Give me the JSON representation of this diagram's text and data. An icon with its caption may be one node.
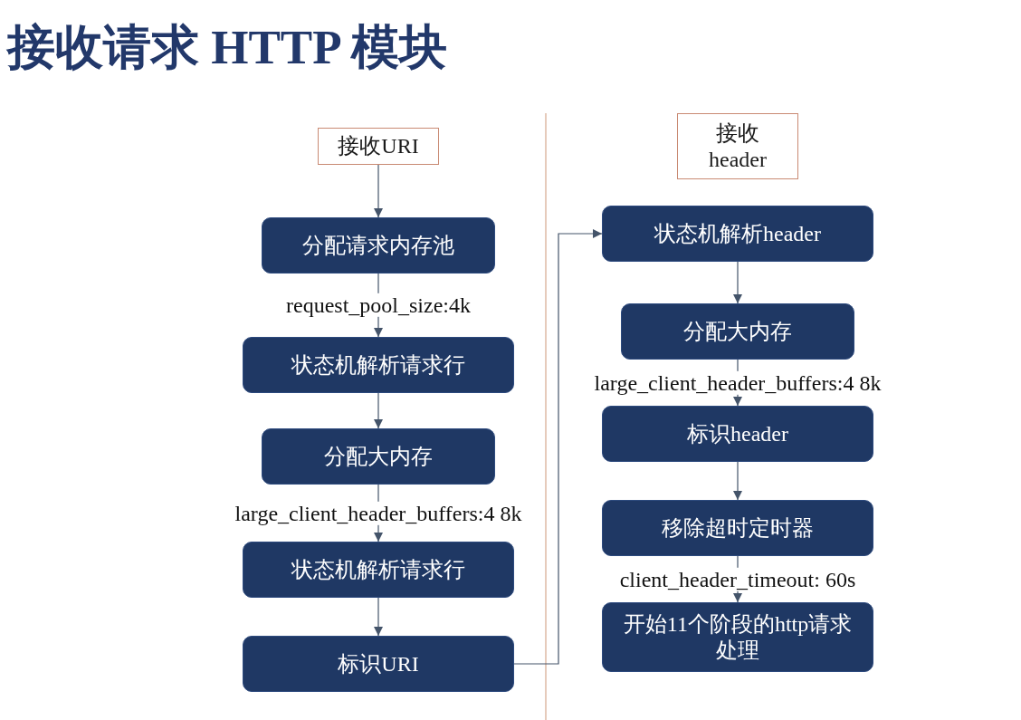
{
  "diagram": {
    "title": "接收请求 HTTP 模块",
    "nodes": [
      {
        "text": [
          "接收URI"
        ]
      },
      {
        "text": [
          "分配请求内存池"
        ]
      },
      {
        "text": [
          "状态机解析请求行"
        ]
      },
      {
        "text": [
          "分配大内存"
        ]
      },
      {
        "text": [
          "状态机解析请求行"
        ]
      },
      {
        "text": [
          "标识URI"
        ]
      },
      {
        "text": [
          "接收header"
        ]
      },
      {
        "text": [
          "状态机解析header"
        ]
      },
      {
        "text": [
          "分配大内存"
        ]
      },
      {
        "text": [
          "标识header"
        ]
      },
      {
        "text": [
          "移除超时定时器"
        ]
      },
      {
        "text": [
          "开始11个阶段的http请求处理"
        ]
      }
    ],
    "edges": [
      {
        "from": 0,
        "to": 1,
        "arrow": "to"
      },
      {
        "from": 1,
        "to": 2,
        "arrow": "to",
        "label": "request_pool_size:4k"
      },
      {
        "from": 2,
        "to": 3,
        "arrow": "to"
      },
      {
        "from": 3,
        "to": 4,
        "arrow": "to",
        "label": "large_client_header_buffers:4 8k"
      },
      {
        "from": 4,
        "to": 5,
        "arrow": "to"
      },
      {
        "from": 5,
        "to": 7,
        "arrow": "to"
      },
      {
        "from": 7,
        "to": 8,
        "arrow": "to"
      },
      {
        "from": 8,
        "to": 9,
        "arrow": "to",
        "label": "large_client_header_buffers:4 8k"
      },
      {
        "from": 9,
        "to": 10,
        "arrow": "to"
      },
      {
        "from": 10,
        "to": 11,
        "arrow": "to",
        "label": "client_header_timeout: 60s"
      }
    ]
  }
}
